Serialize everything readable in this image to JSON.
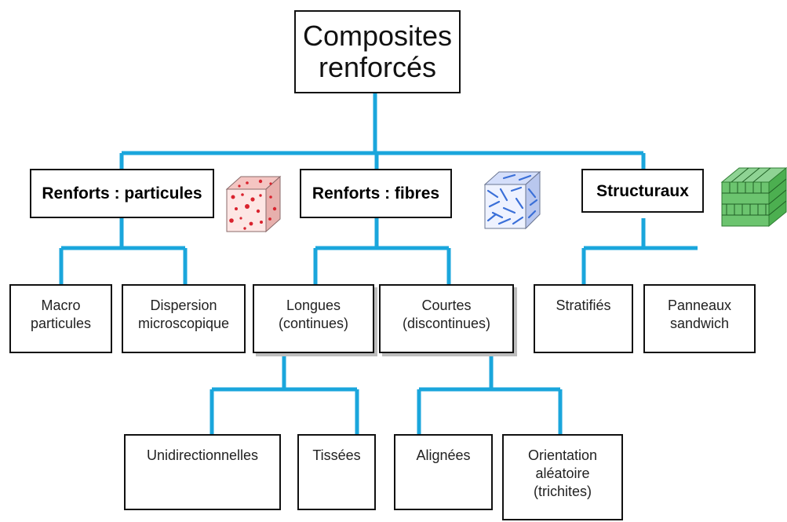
{
  "root": {
    "label": "Composites\nrenforcés"
  },
  "categories": [
    {
      "label": "Renforts : particules",
      "icon": "particle-cube-icon"
    },
    {
      "label": "Renforts : fibres",
      "icon": "fiber-cube-icon"
    },
    {
      "label": "Structuraux",
      "icon": "laminate-block-icon"
    }
  ],
  "subcategories": [
    {
      "label": "Macro\nparticules"
    },
    {
      "label": "Dispersion\nmicroscopique"
    },
    {
      "label": "Longues\n(continues)"
    },
    {
      "label": "Courtes\n(discontinues)"
    },
    {
      "label": "Stratifiés"
    },
    {
      "label": "Panneaux\nsandwich"
    }
  ],
  "leaves": [
    {
      "label": "Unidirectionnelles"
    },
    {
      "label": "Tissées"
    },
    {
      "label": "Alignées"
    },
    {
      "label": "Orientation\naléatoire\n(trichites)"
    }
  ],
  "colors": {
    "connector": "#1aa6dc",
    "particles": "#d9232e",
    "fibers": "#3a6fd8",
    "laminate": "#3fae49"
  }
}
